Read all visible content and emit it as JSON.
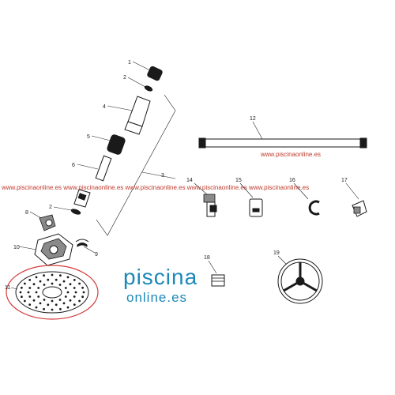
{
  "watermark": {
    "text": "www.piscinaonline.es",
    "row_text": "www.piscinaonline.es www.piscinaonline.es www.piscinaonline.es www.piscinaonline.es www.piscinaonline.es"
  },
  "logo": {
    "main": "piscina",
    "sub": "online.es"
  },
  "parts": {
    "p1": "1",
    "p2a": "2",
    "p2b": "2",
    "p3": "3",
    "p4": "4",
    "p5": "5",
    "p6": "6",
    "p8": "8",
    "p9": "9",
    "p10": "10",
    "p11": "11",
    "p12": "12",
    "p14": "14",
    "p15": "15",
    "p16": "16",
    "p17": "17",
    "p18": "18",
    "p19": "19"
  },
  "colors": {
    "watermark": "#c0392b",
    "logo": "#1c88b8",
    "highlight_ellipse": "#d63a3a"
  }
}
